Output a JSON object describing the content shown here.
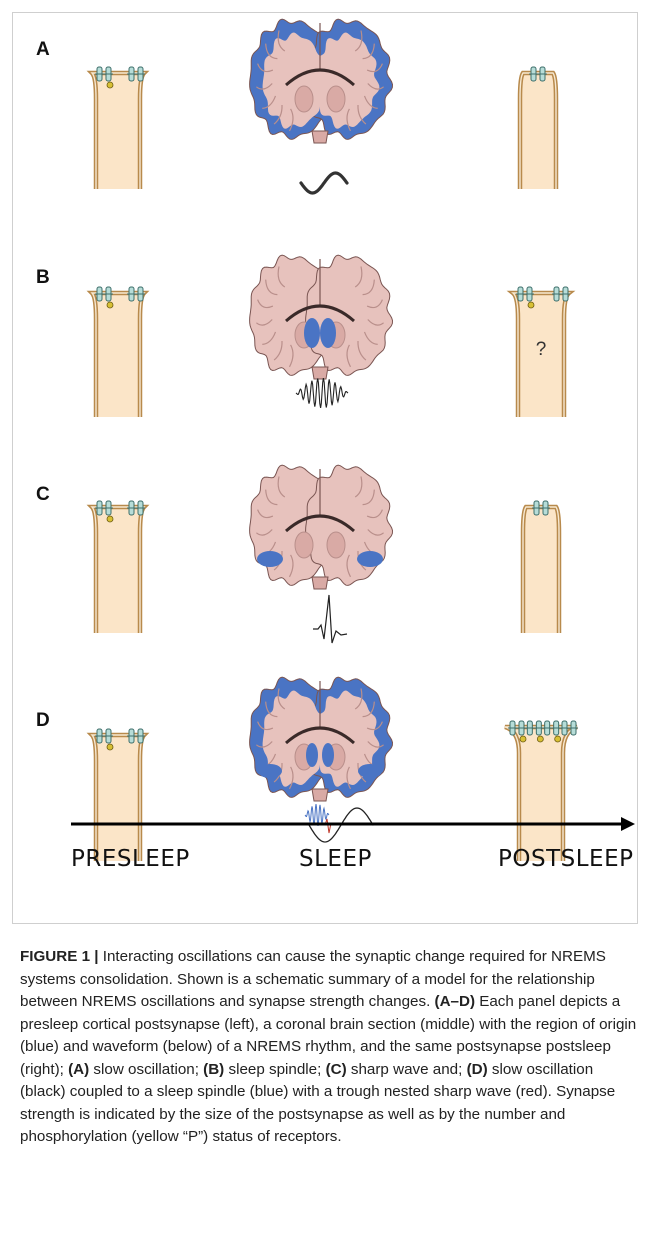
{
  "panels": [
    {
      "label": "A",
      "postsleep_question": ""
    },
    {
      "label": "B",
      "postsleep_question": "?"
    },
    {
      "label": "C",
      "postsleep_question": ""
    },
    {
      "label": "D",
      "postsleep_question": ""
    }
  ],
  "timeline": {
    "presleep": "PRESLEEP",
    "sleep": "SLEEP",
    "postsleep": "POSTSLEEP"
  },
  "colors": {
    "brain_tissue": "#e7c2bd",
    "brain_fold": "#b98f8b",
    "origin_blue": "#4a74c4",
    "synapse_fill": "#fbe5c8",
    "synapse_outline": "#b88a4c",
    "receptor": "#b7ddd8",
    "phospho_yellow": "#d8c035",
    "sharp_wave_red": "#c0392b"
  },
  "caption": {
    "figure_label": "FIGURE 1 |",
    "s1": " Interacting oscillations can cause the synaptic change required for NREMS systems consolidation. Shown is a schematic summary of a model for the relationship between NREMS oscillations and synapse strength changes. ",
    "b_AD": "(A–D)",
    "s2": " Each panel depicts a presleep cortical postsynapse (left), a coronal brain section (middle) with the region of origin (blue) and waveform (below) of a NREMS rhythm, and the same postsynapse postsleep (right); ",
    "b_A": "(A)",
    "s3": " slow oscillation; ",
    "b_B": "(B)",
    "s4": " sleep spindle; ",
    "b_C": "(C)",
    "s5": " sharp wave and; ",
    "b_D": "(D)",
    "s6": " slow oscillation (black) coupled to a sleep spindle (blue) with a trough nested sharp wave (red). Synapse strength is indicated by the size of the postsynapse as well as by the number and phosphorylation (yellow “P”) status of receptors."
  }
}
